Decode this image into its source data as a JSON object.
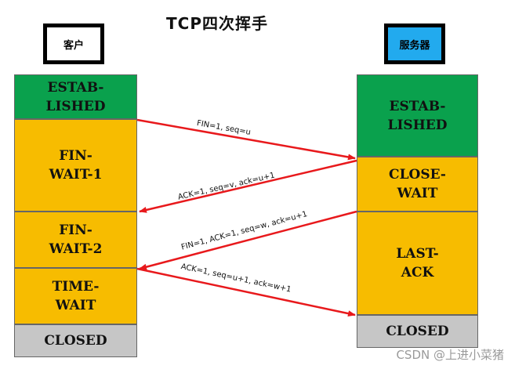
{
  "title": "TCP四次挥手",
  "client": {
    "label": "客户",
    "states": [
      {
        "line1": "ESTAB-",
        "line2": "LISHED"
      },
      {
        "line1": "FIN-",
        "line2": "WAIT-1"
      },
      {
        "line1": "FIN-",
        "line2": "WAIT-2"
      },
      {
        "line1": "TIME-",
        "line2": "WAIT"
      },
      {
        "line1": "CLOSED",
        "line2": ""
      }
    ]
  },
  "server": {
    "label": "服务器",
    "states": [
      {
        "line1": "ESTAB-",
        "line2": "LISHED"
      },
      {
        "line1": "CLOSE-",
        "line2": "WAIT"
      },
      {
        "line1": "LAST-",
        "line2": "ACK"
      },
      {
        "line1": "CLOSED",
        "line2": ""
      }
    ]
  },
  "messages": [
    {
      "label": "FIN=1, seq=u",
      "direction": "client-to-server"
    },
    {
      "label": "ACK=1, seq=v, ack=u+1",
      "direction": "server-to-client"
    },
    {
      "label": "FIN=1, ACK=1, seq=w, ack=u+1",
      "direction": "server-to-client"
    },
    {
      "label": "ACK=1, seq=u+1, ack=w+1",
      "direction": "client-to-server"
    }
  ],
  "colors": {
    "established": "#0aa14d",
    "waiting": "#f7bc00",
    "closed": "#c6c6c6",
    "arrow": "#e8191c",
    "server_header": "#22aaee"
  },
  "watermark": "CSDN @上进小菜猪"
}
